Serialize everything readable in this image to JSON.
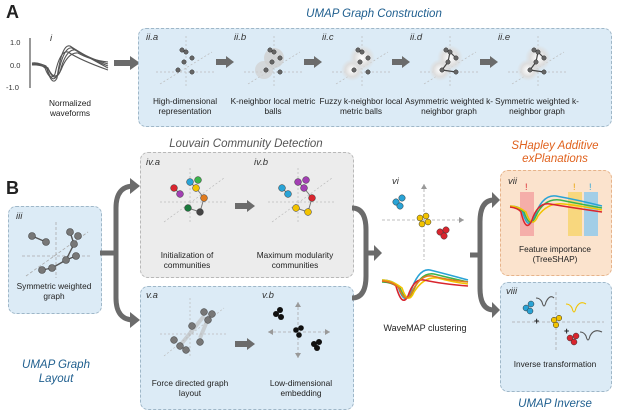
{
  "section_a": {
    "letter": "A",
    "title": "UMAP Graph Construction",
    "waveforms": {
      "label": "i",
      "caption": "Normalized waveforms",
      "ticks": [
        "1.0",
        "0.0",
        "-1.0"
      ]
    },
    "steps": [
      {
        "label": "ii.a",
        "caption": "High-dimensional representation"
      },
      {
        "label": "ii.b",
        "caption": "K-neighbor local metric balls"
      },
      {
        "label": "ii.c",
        "caption": "Fuzzy k-neighbor local metric balls"
      },
      {
        "label": "ii.d",
        "caption": "Asymmetric weighted k-neighbor graph"
      },
      {
        "label": "ii.e",
        "caption": "Symmetric weighted k-neighbor graph"
      }
    ]
  },
  "section_b": {
    "letter": "B",
    "graph_panel": {
      "label": "iii",
      "caption": "Symmetric weighted graph"
    },
    "graph_layout_title": "UMAP Graph Layout",
    "louvain": {
      "title": "Louvain Community Detection",
      "steps": [
        {
          "label": "iv.a",
          "caption": "Initialization of communities"
        },
        {
          "label": "iv.b",
          "caption": "Maximum modularity communities"
        }
      ]
    },
    "layout_steps": [
      {
        "label": "v.a",
        "caption": "Force directed graph layout"
      },
      {
        "label": "v.b",
        "caption": "Low-dimensional embedding"
      }
    ],
    "wavemap": {
      "label": "vi",
      "caption": "WaveMAP clustering"
    },
    "shap": {
      "title": "SHapley Additive exPlanations",
      "label": "vii",
      "caption": "Feature importance (TreeSHAP)"
    },
    "inverse": {
      "label": "viii",
      "caption": "Inverse transformation",
      "title": "UMAP Inverse"
    }
  },
  "colors": {
    "blue_panel": "#dcebf6",
    "gray_panel": "#ececec",
    "orange_panel": "#fbe3cd",
    "title_blue": "#1f5f8f",
    "title_orange": "#e0621e",
    "arrow": "#6b6b6b"
  }
}
